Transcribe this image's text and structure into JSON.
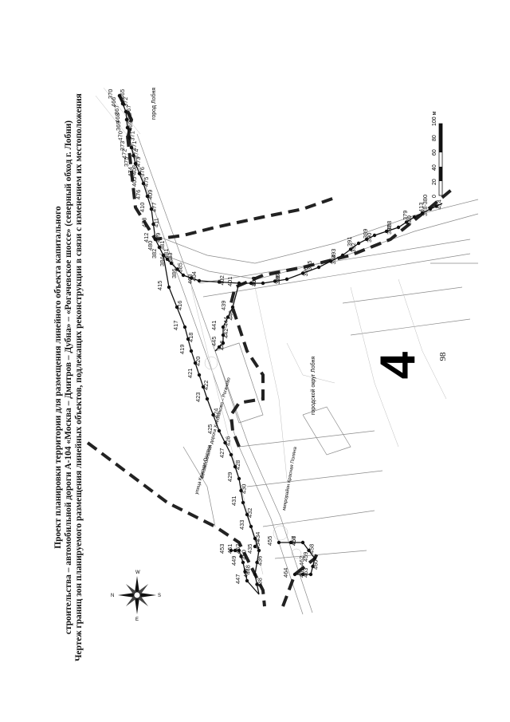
{
  "page_number": "98",
  "title_lines": [
    "Проект планировки территории для размещения линейного объекта капитального",
    "строительства – автомобильной дороги А-104 «Москва – Дмитров – Дубна» – «Рогачевское шоссе» (северный обход г. Лобни)",
    "Чертеж границ зон планируемого размещения линейных объектов, подлежащих реконструкции в связи с изменением их местоположения"
  ],
  "sheet_number": "4",
  "place_labels": {
    "city": "город Лобня",
    "district": "городской округ Лобня",
    "street1": "микрорайон Красная Поляна",
    "street2": "автомобильная дорога Хлебниково – Рогачево",
    "street3": "улица Красная Поляна"
  },
  "scale": {
    "ticks": [
      "0",
      "20",
      "40",
      "60",
      "80",
      "100 м"
    ]
  },
  "compass": {
    "north": "N",
    "south": "S",
    "east": "E",
    "west": "W"
  },
  "point_labels": [
    "370",
    "372",
    "367",
    "368",
    "369",
    "371",
    "373",
    "374",
    "375",
    "376",
    "405-408",
    "409",
    "410",
    "411",
    "412",
    "381",
    "382",
    "383",
    "384",
    "385",
    "386",
    "404",
    "403",
    "402",
    "401",
    "400",
    "399",
    "398",
    "397",
    "396",
    "395",
    "394",
    "393",
    "392",
    "391",
    "390",
    "389",
    "387",
    "388",
    "380",
    "379",
    "378-380",
    "413",
    "414",
    "415",
    "416",
    "417",
    "418",
    "419",
    "420",
    "421",
    "422",
    "423",
    "424",
    "425",
    "426",
    "427",
    "428",
    "429",
    "430",
    "431",
    "432",
    "433",
    "434",
    "435",
    "436",
    "437",
    "438",
    "439",
    "440",
    "441",
    "442-444",
    "445",
    "446",
    "447",
    "448",
    "449",
    "450",
    "451",
    "452",
    "453",
    "454",
    "455",
    "456",
    "457",
    "458",
    "459",
    "460",
    "461-462",
    "463",
    "464",
    "465",
    "466",
    "467",
    "468",
    "469",
    "470",
    "471",
    "472",
    "473",
    "474",
    "475",
    "476",
    "477",
    "478",
    "479",
    "480",
    "481"
  ]
}
